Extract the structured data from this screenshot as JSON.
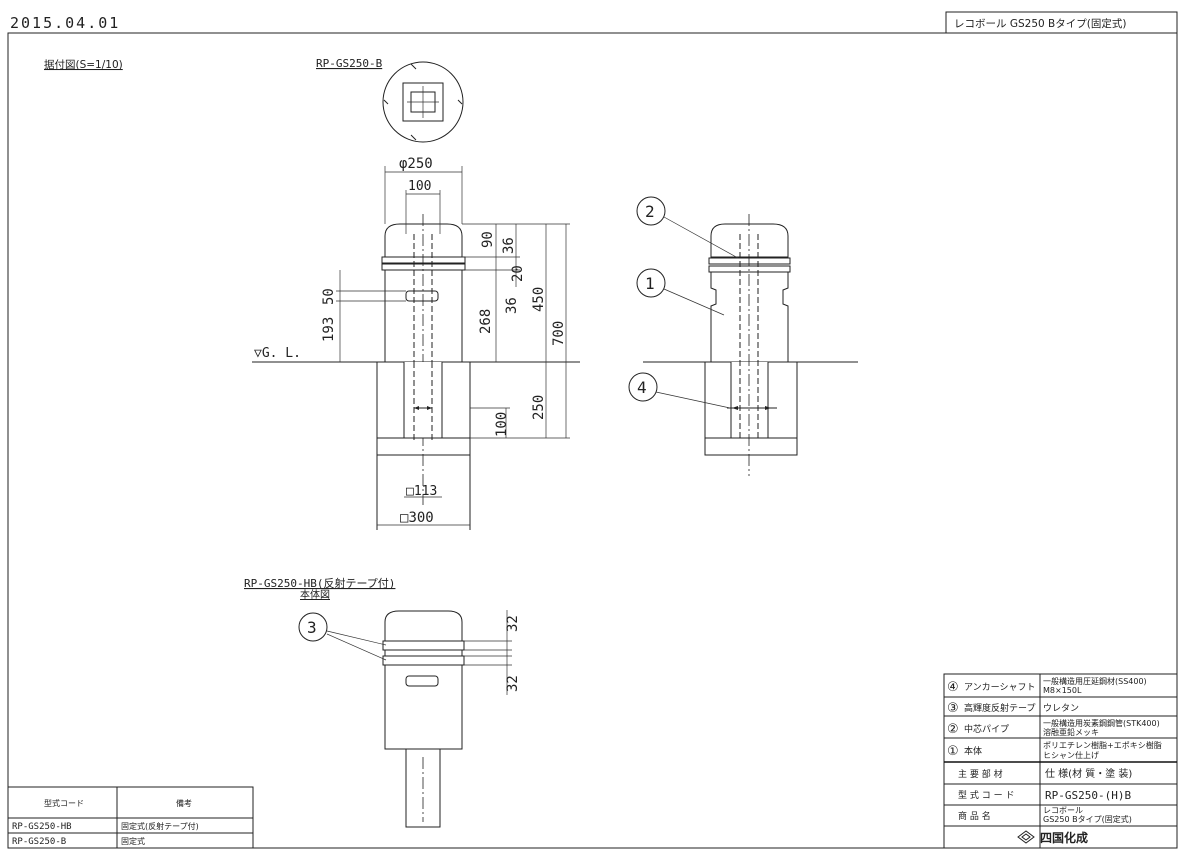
{
  "header": {
    "date": "2015.04.01",
    "title": "レコボール GS250 Bタイプ(固定式)"
  },
  "views": {
    "install_label": "据付図(S=1/10)",
    "top_view_label": "RP-GS250-B",
    "body_view_label": "RP-GS250-HB(反射テープ付)",
    "body_view_sub": "本体図"
  },
  "dimensions": {
    "diameter": "φ250",
    "pipe_width": "100",
    "d90": "90",
    "d36_top": "36",
    "d20": "20",
    "d36_mid": "36",
    "d50": "50",
    "d450": "450",
    "d700": "700",
    "d193": "193",
    "d268": "268",
    "d250": "250",
    "d100": "100",
    "sq113": "113",
    "sq300": "300",
    "gl": "▽G. L.",
    "tape32a": "32",
    "tape32b": "32"
  },
  "balloons": [
    "1",
    "2",
    "3",
    "4"
  ],
  "legend": {
    "header_code": "型式コード",
    "header_note": "備考",
    "rows": [
      {
        "code": "RP-GS250-HB",
        "note": "固定式(反射テープ付)"
      },
      {
        "code": "RP-GS250-B",
        "note": "固定式"
      }
    ]
  },
  "parts": {
    "rows": [
      {
        "no": "④",
        "name": "アンカーシャフト",
        "spec1": "一般構造用圧延鋼材(SS400)",
        "spec2": "M8×150L"
      },
      {
        "no": "③",
        "name": "高輝度反射テープ",
        "spec1": "ウレタン",
        "spec2": ""
      },
      {
        "no": "②",
        "name": "中芯パイプ",
        "spec1": "一般構造用炭素鋼鋼管(STK400)",
        "spec2": "溶融亜鉛メッキ"
      },
      {
        "no": "①",
        "name": "本体",
        "spec1": "ポリエチレン樹脂+エポキシ樹脂",
        "spec2": "ヒシャン仕上げ"
      }
    ],
    "header_parts": "主 要 部 材",
    "header_spec": "仕 様(材 質・塗 装)",
    "code_label": "型 式 コ ー ド",
    "code_value": "RP-GS250-(H)B",
    "product_label": "商 品 名",
    "product_value1": "レコボール",
    "product_value2": "GS250 Bタイプ(固定式)",
    "company": "四国化成"
  },
  "colors": {
    "line": "#222222",
    "background": "#ffffff"
  }
}
